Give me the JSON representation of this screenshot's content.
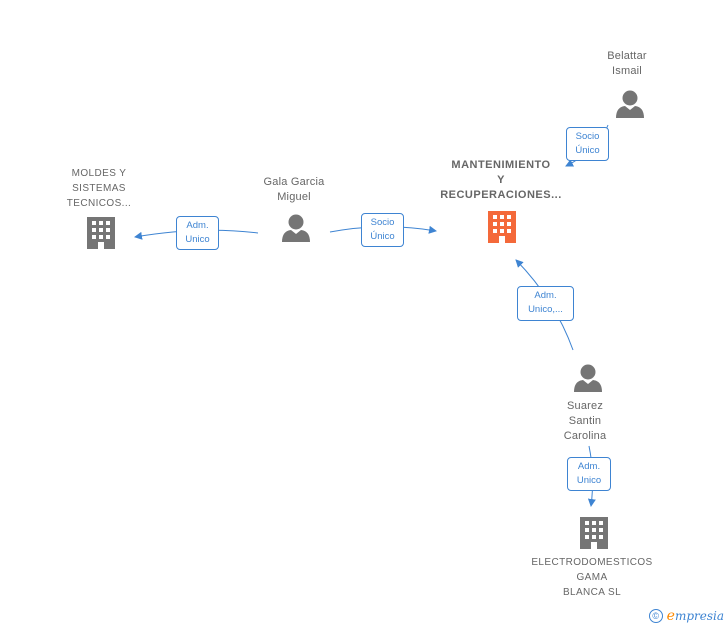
{
  "nodes": {
    "main_company": {
      "label": "MANTENIMIENTO\nY\nRECUPERACIONES...",
      "type": "company",
      "highlight": true
    },
    "moldes": {
      "label": "MOLDES Y\nSISTEMAS\nTECNICOS...",
      "type": "company"
    },
    "electrodomesticos": {
      "label": "ELECTRODOMESTICOS\nGAMA\nBLANCA  SL",
      "type": "company"
    },
    "gala": {
      "label": "Gala Garcia\nMiguel",
      "type": "person"
    },
    "belattar": {
      "label": "Belattar\nIsmail",
      "type": "person"
    },
    "suarez": {
      "label": "Suarez\nSantin\nCarolina",
      "type": "person"
    }
  },
  "edges": {
    "gala_to_main": {
      "label": "Socio\nÚnico"
    },
    "gala_to_moldes": {
      "label": "Adm.\nUnico"
    },
    "belattar_to_main": {
      "label": "Socio\nÚnico"
    },
    "suarez_to_main": {
      "label": "Adm.\nUnico,..."
    },
    "suarez_to_electro": {
      "label": "Adm.\nUnico"
    }
  },
  "footer": {
    "copyright_symbol": "©",
    "brand_first_letter": "e",
    "brand_rest": "mpresia"
  },
  "colors": {
    "edge": "#3e84d2",
    "icon_gray": "#757575",
    "icon_highlight": "#f4693a",
    "label_gray": "#666666"
  },
  "icons": {
    "company": "building-icon",
    "person": "person-icon"
  }
}
